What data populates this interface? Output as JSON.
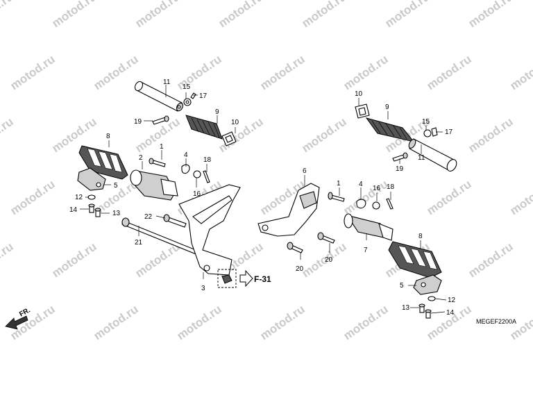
{
  "diagram": {
    "code": "MEGEF2200A",
    "front_label": "FR.",
    "reference": "F-31",
    "watermark": "motod.ru"
  },
  "callouts": {
    "c1": "1",
    "c2": "2",
    "c3": "3",
    "c4": "4",
    "c5": "5",
    "c6": "6",
    "c7": "7",
    "c8": "8",
    "c9": "9",
    "c10": "10",
    "c11": "11",
    "c12": "12",
    "c13": "13",
    "c14": "14",
    "c15": "15",
    "c16": "16",
    "c17": "17",
    "c18": "18",
    "c19": "19",
    "c20": "20",
    "c21": "21",
    "c22": "22"
  }
}
